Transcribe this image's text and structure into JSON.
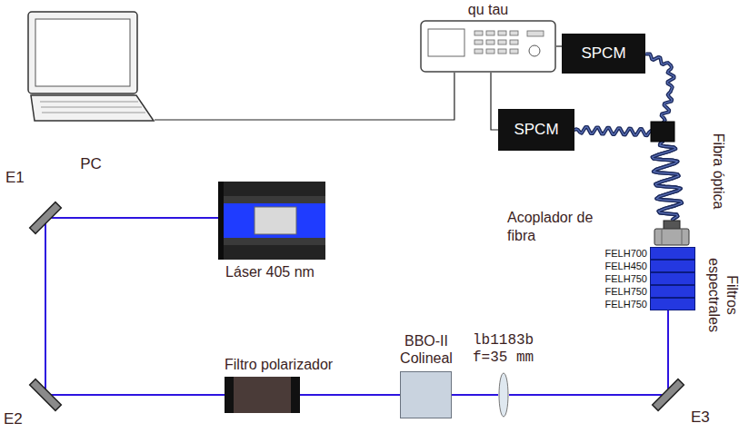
{
  "diagram": {
    "nodes": [
      {
        "text": [
          "PC"
        ]
      },
      {
        "text": [
          "qu tau"
        ]
      },
      {
        "text": [
          "SPCM"
        ]
      },
      {
        "text": [
          "SPCM"
        ]
      },
      {
        "text": [
          "Láser 405 nm"
        ]
      },
      {
        "text": [
          "E1"
        ]
      },
      {
        "text": [
          "E2"
        ]
      },
      {
        "text": [
          "Filtro polarizador"
        ]
      },
      {
        "text": [
          "BBO-II Colineal"
        ]
      },
      {
        "text": [
          "lb1183b f=35 mm"
        ]
      },
      {
        "text": [
          "E3"
        ]
      },
      {
        "text": [
          "FELH700",
          "FELH450",
          "FELH750",
          "FELH750",
          "FELH750",
          "Filtros espectrales"
        ]
      },
      {
        "text": [
          "Acoplador de fibra"
        ]
      }
    ],
    "edges": [
      {
        "from": 0,
        "to": 1,
        "arrow": "none"
      },
      {
        "from": 1,
        "to": 2,
        "arrow": "none"
      },
      {
        "from": 1,
        "to": 3,
        "arrow": "none"
      },
      {
        "from": 4,
        "to": 5,
        "arrow": "none"
      },
      {
        "from": 5,
        "to": 6,
        "arrow": "none"
      },
      {
        "from": 6,
        "to": 7,
        "arrow": "none"
      },
      {
        "from": 7,
        "to": 8,
        "arrow": "none"
      },
      {
        "from": 8,
        "to": 9,
        "arrow": "none"
      },
      {
        "from": 9,
        "to": 10,
        "arrow": "none"
      },
      {
        "from": 10,
        "to": 11,
        "arrow": "none"
      },
      {
        "from": 12,
        "to": 2,
        "arrow": "none"
      },
      {
        "from": 12,
        "to": 3,
        "arrow": "none"
      }
    ],
    "labels": [
      "Fibra óptica"
    ]
  }
}
